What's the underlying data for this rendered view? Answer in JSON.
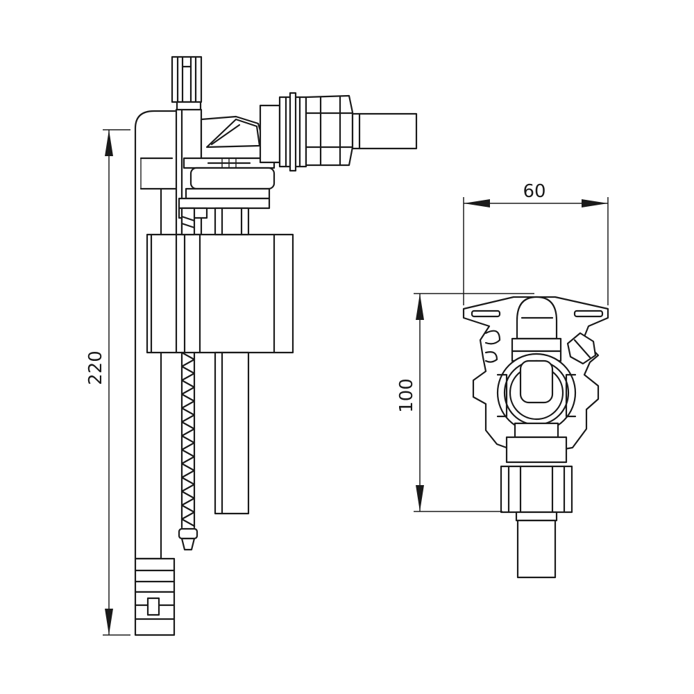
{
  "dimensions": {
    "height_side": "220",
    "width_front": "60",
    "height_front": "100"
  },
  "colors": {
    "line": "#1a1a1a",
    "background": "#ffffff"
  }
}
